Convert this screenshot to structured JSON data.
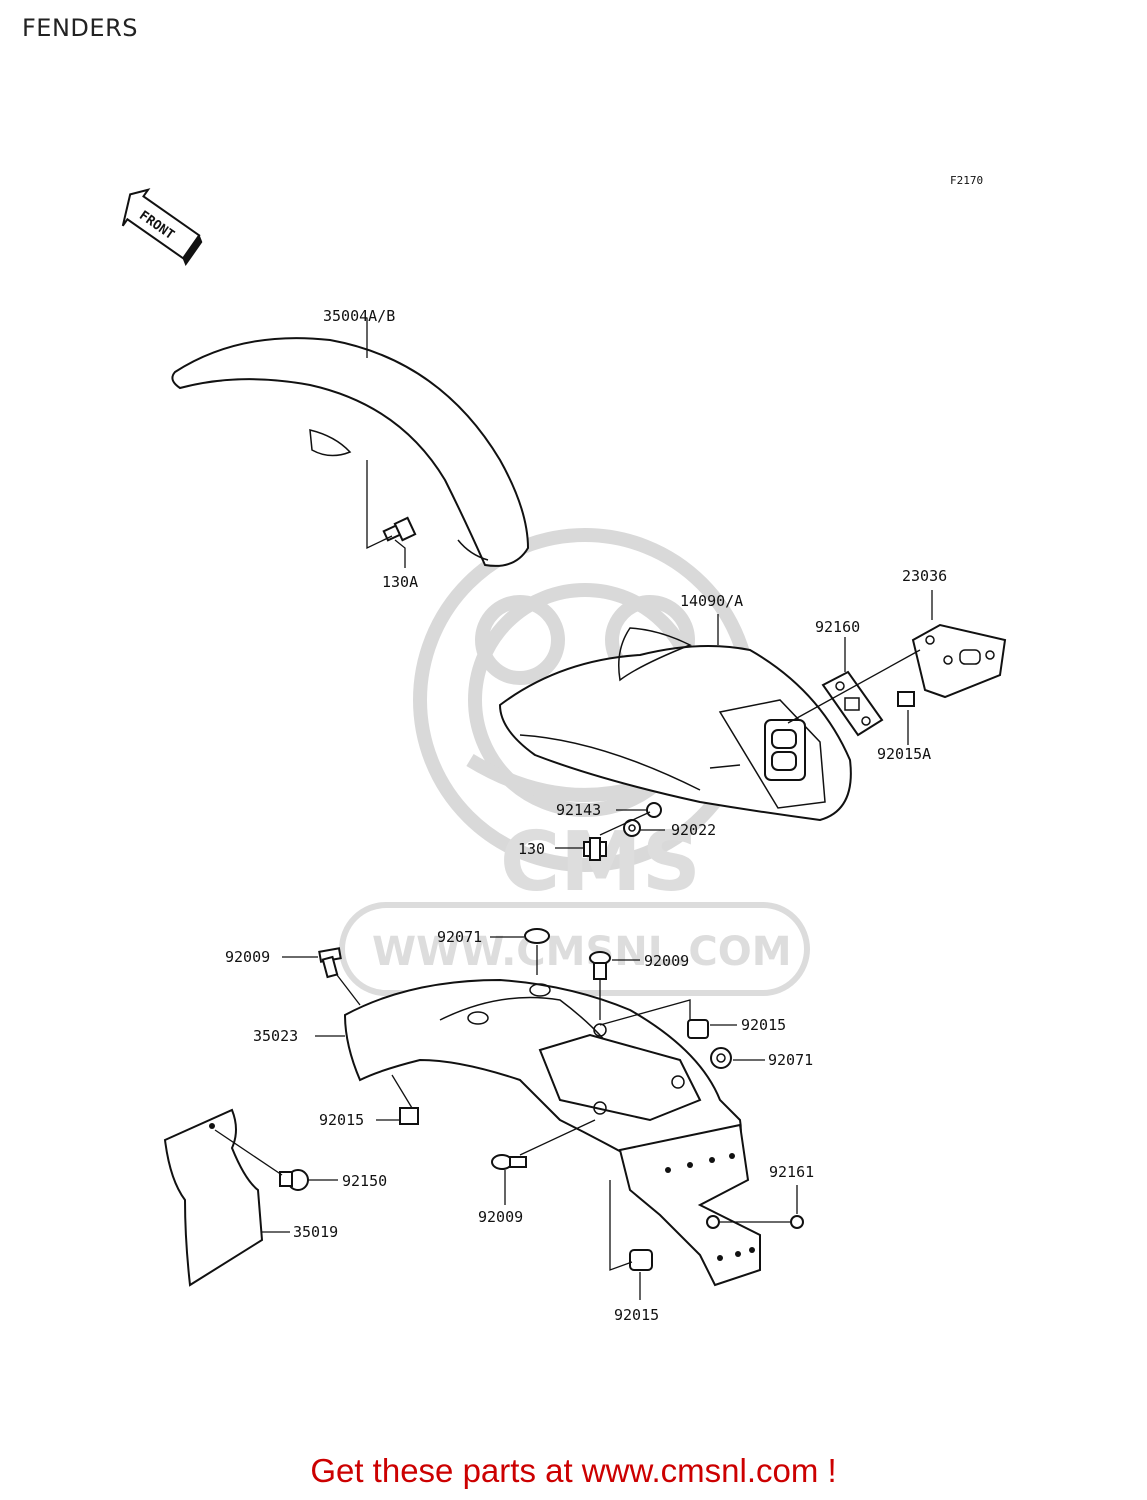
{
  "page": {
    "title": "FENDERS"
  },
  "diagram": {
    "figure_code": "F2170",
    "front_arrow_label": "FRONT",
    "watermark": {
      "brand": "CMS",
      "url": "WWW.CMSNL.COM"
    },
    "callouts": {
      "front_fender": "35004A/B",
      "front_fender_bolt": "130A",
      "rear_fender": "14090/A",
      "light_housing": "23036",
      "light_gasket": "92160",
      "light_nut": "92015A",
      "rear_nut_top": "92143",
      "rear_washer": "92022",
      "rear_bolt": "130",
      "inner_grommet_top": "92071",
      "inner_screw_left": "92009",
      "inner_screw_right": "92009",
      "inner_fender": "35023",
      "inner_nut_right": "92015",
      "inner_grommet_right": "92071",
      "inner_nut_left": "92015",
      "flap_bolt": "92150",
      "mud_flap": "35019",
      "inner_bolt_lower": "92009",
      "plate_nut": "92161",
      "bottom_nut": "92015"
    }
  },
  "footer": {
    "text": "Get these parts at www.cmsnl.com !"
  }
}
